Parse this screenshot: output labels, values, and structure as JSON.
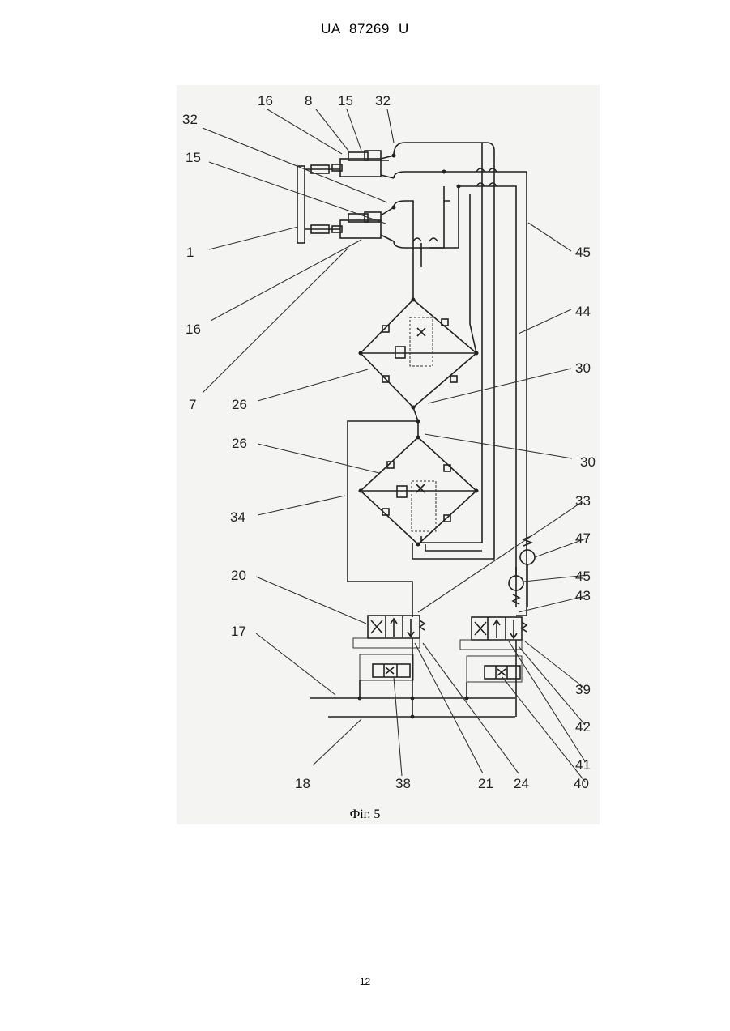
{
  "header": {
    "text": "UA   87269   U"
  },
  "caption": "Фіг. 5",
  "page_number": "12",
  "labels": {
    "l16a": "16",
    "l8": "8",
    "l15a": "15",
    "l32a": "32",
    "l32b": "32",
    "l15b": "15",
    "l1": "1",
    "l45a": "45",
    "l44": "44",
    "l16b": "16",
    "l7": "7",
    "l30a": "30",
    "l26a": "26",
    "l26b": "26",
    "l30b": "30",
    "l34": "34",
    "l33": "33",
    "l47": "47",
    "l20": "20",
    "l45b": "45",
    "l43": "43",
    "l17": "17",
    "l39": "39",
    "l42": "42",
    "l41": "41",
    "l18": "18",
    "l38": "38",
    "l21": "21",
    "l24": "24",
    "l40": "40"
  }
}
